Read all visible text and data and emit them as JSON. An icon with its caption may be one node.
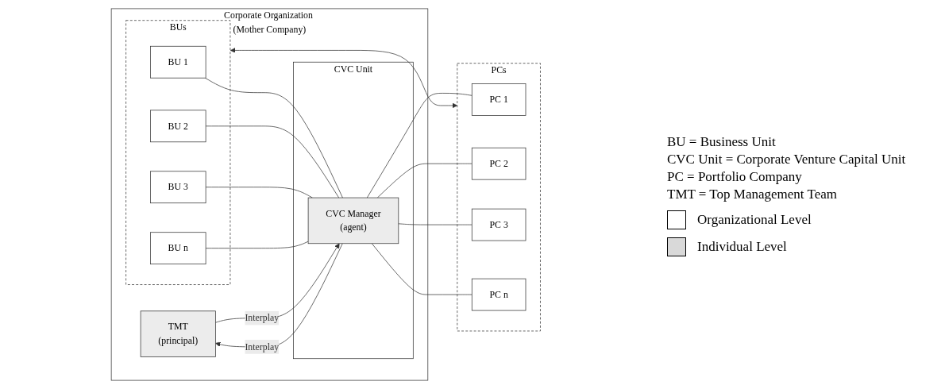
{
  "diagram": {
    "nodes": [
      {
        "text": [
          "Corporate Organization (Mother Company)"
        ]
      },
      {
        "text": [
          "TMT",
          "(principal)"
        ],
        "in": 0
      },
      {
        "text": [
          "BUs"
        ],
        "in": 0
      },
      {
        "text": [
          "BU 1"
        ],
        "in": 2
      },
      {
        "text": [
          "BU 2"
        ],
        "in": 2
      },
      {
        "text": [
          "BU 3"
        ],
        "in": 2
      },
      {
        "text": [
          "BU n"
        ],
        "in": 2
      },
      {
        "text": [
          "CVC Unit"
        ],
        "in": 0
      },
      {
        "text": [
          "CVC Manager",
          "(agent)"
        ],
        "in": 7
      },
      {
        "text": [
          "PCs"
        ]
      },
      {
        "text": [
          "PC 1"
        ],
        "in": 9
      },
      {
        "text": [
          "PC 2"
        ],
        "in": 9
      },
      {
        "text": [
          "PC 3"
        ],
        "in": 9
      },
      {
        "text": [
          "PC n"
        ],
        "in": 9
      }
    ],
    "edges": [
      {
        "from": 3,
        "to": 8,
        "arrow": "none"
      },
      {
        "from": 4,
        "to": 8,
        "arrow": "none"
      },
      {
        "from": 5,
        "to": 8,
        "arrow": "none"
      },
      {
        "from": 6,
        "to": 8,
        "arrow": "none"
      },
      {
        "from": 8,
        "to": 1,
        "arrow": "to",
        "label": "Interplay"
      },
      {
        "from": 1,
        "to": 8,
        "arrow": "to",
        "label": "Interplay"
      },
      {
        "from": 8,
        "to": 10,
        "arrow": "none"
      },
      {
        "from": 8,
        "to": 11,
        "arrow": "none"
      },
      {
        "from": 8,
        "to": 12,
        "arrow": "none"
      },
      {
        "from": 8,
        "to": 13,
        "arrow": "none"
      },
      {
        "from": 2,
        "to": 9,
        "arrow": "both"
      }
    ],
    "labels": [
      "BU = Business Unit",
      "CVC Unit = Corporate Venture Capital Unit",
      "PC = Portfolio Company",
      "TMT = Top Management Team"
    ],
    "legend": [
      {
        "text": "Organizational Level",
        "color": "#ffffff"
      },
      {
        "text": "Individual Level",
        "color": "#d9d9d9"
      }
    ]
  }
}
